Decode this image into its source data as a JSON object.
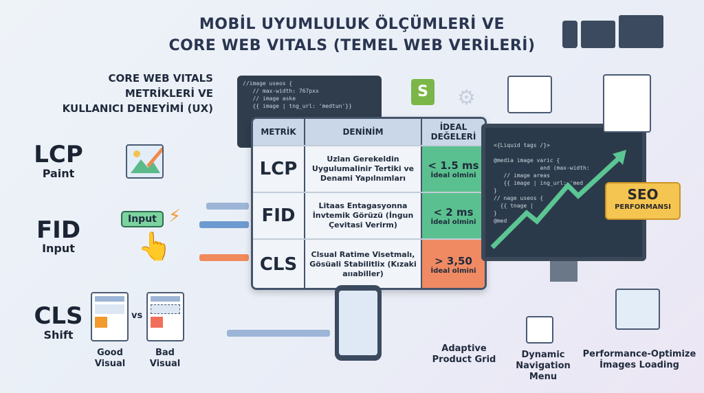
{
  "title": {
    "line1": "MOBİL UYUMLULUK ÖLÇÜMLERİ VE",
    "line2": "CORE WEB VITALS (TEMEL WEB VERİLERİ)"
  },
  "left": {
    "heading": [
      "CORE WEB VITALS",
      "METRİKLERİ VE",
      "KULLANICI DENEYİMİ (UX)"
    ],
    "metrics": [
      {
        "name": "LCP",
        "sub": "Paint",
        "icon": "image-pencil-icon"
      },
      {
        "name": "FID",
        "sub": "Input",
        "icon": "pointer-input-icon",
        "button": "Input"
      },
      {
        "name": "CLS",
        "sub": "Shift",
        "icon": "layout-shift-icon"
      }
    ],
    "good": "Good Visual",
    "bad": "Bad Visual",
    "vs": "vs"
  },
  "code_snippet": [
    "//image useos {",
    "   // max-width: 767pxx",
    "   // image aske",
    "   {{ image | tng_url: 'medtun'}}"
  ],
  "table": {
    "headers": [
      "METRİK",
      "DENİNİM",
      "İDEAL DEĞELERİ"
    ],
    "rows": [
      {
        "metric": "LCP",
        "desc": "Uzlan Gerekeldin Uygulumalinir Tertiki ve Denami Yapılnımları",
        "value": "< 1.5 ms",
        "note": "İdeal olmini",
        "status": "good"
      },
      {
        "metric": "FID",
        "desc": "Litaas Entagasyonna İnvtemik Görüzü (İngun Çevitasi Verirm)",
        "value": "< 2 ms",
        "note": "İdeal olmini",
        "status": "good"
      },
      {
        "metric": "CLS",
        "desc": "Clsual Ratime Visetmalı, Gösüali Stabilitlix (Kızaki aııabiller)",
        "value": "> 3,50",
        "note": "İdeal olmini",
        "status": "bad"
      }
    ]
  },
  "monitor_code": [
    "<{Liquid tags /}>",
    "",
    "@media image varic {",
    "              and (max-width:",
    "   // image areas",
    "   {{ image | ing_url: 'med",
    "}",
    "// nage useos {",
    "  {{ tnage |",
    "}",
    "@med"
  ],
  "badge": {
    "line1": "SEO",
    "line2": "PERFORMANSI"
  },
  "bottom": [
    "Adaptive Product Grid",
    "Dynamic Navigation Menu",
    "Performance-Optimize İmages Loading"
  ],
  "colors": {
    "good": "#5bc08f",
    "bad": "#ef8a63",
    "header": "#c9d7e8",
    "navy": "#2a3550",
    "badge": "#f5c552"
  }
}
